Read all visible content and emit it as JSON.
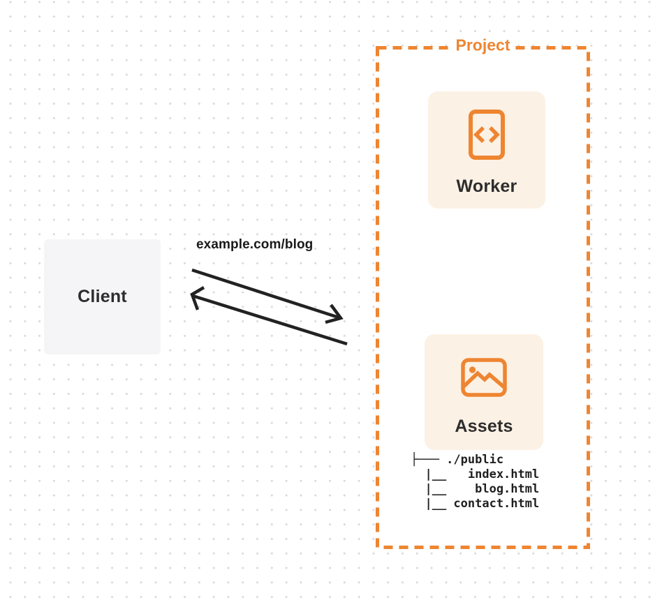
{
  "diagram": {
    "client": {
      "label": "Client"
    },
    "request": {
      "label": "example.com/blog"
    },
    "project": {
      "label": "Project",
      "worker": {
        "label": "Worker",
        "icon": "code-icon"
      },
      "assets": {
        "label": "Assets",
        "icon": "image-icon",
        "file_tree": [
          "├─── ./public",
          "  |__   index.html",
          "  |__    blog.html",
          "  |__ contact.html"
        ]
      }
    },
    "colors": {
      "accent_orange": "#ee8531",
      "card_background": "#fcf1e5",
      "client_background": "#f5f5f7",
      "arrow_black": "#222222",
      "text_dark": "#2d2d2d",
      "dot_grid": "#d9d9dd"
    }
  }
}
